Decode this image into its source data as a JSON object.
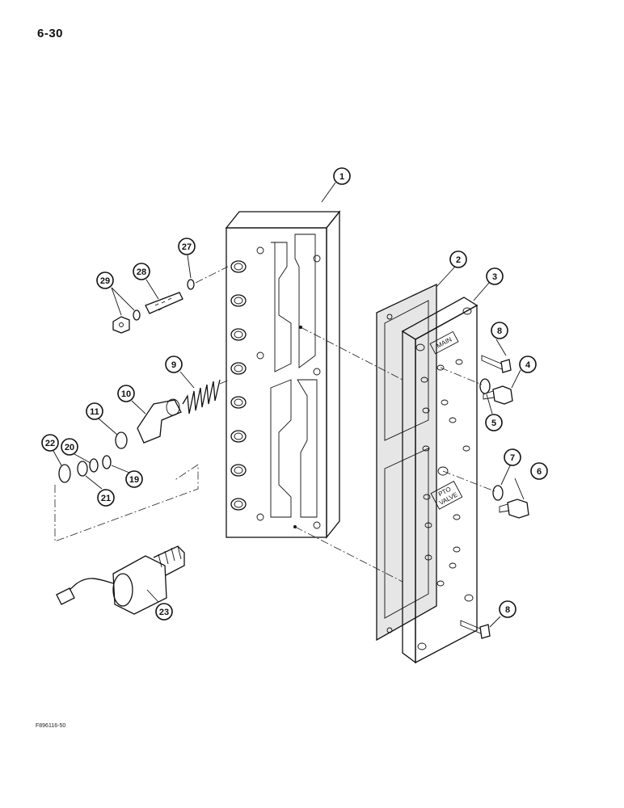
{
  "page": {
    "number": "6-30",
    "figure_code": "F896116-50"
  },
  "plate_labels": {
    "main": "MAIN",
    "pto_line1": "PTO",
    "pto_line2": "VALVE"
  },
  "callouts": [
    {
      "id": "c1",
      "label": "1"
    },
    {
      "id": "c2",
      "label": "2"
    },
    {
      "id": "c3",
      "label": "3"
    },
    {
      "id": "c4",
      "label": "4"
    },
    {
      "id": "c5",
      "label": "5"
    },
    {
      "id": "c6",
      "label": "6"
    },
    {
      "id": "c7",
      "label": "7"
    },
    {
      "id": "c8a",
      "label": "8"
    },
    {
      "id": "c8b",
      "label": "8"
    },
    {
      "id": "c9",
      "label": "9"
    },
    {
      "id": "c10",
      "label": "10"
    },
    {
      "id": "c11",
      "label": "11"
    },
    {
      "id": "c19",
      "label": "19"
    },
    {
      "id": "c20",
      "label": "20"
    },
    {
      "id": "c21",
      "label": "21"
    },
    {
      "id": "c22",
      "label": "22"
    },
    {
      "id": "c23",
      "label": "23"
    },
    {
      "id": "c27",
      "label": "27"
    },
    {
      "id": "c28",
      "label": "28"
    },
    {
      "id": "c29",
      "label": "29"
    }
  ]
}
